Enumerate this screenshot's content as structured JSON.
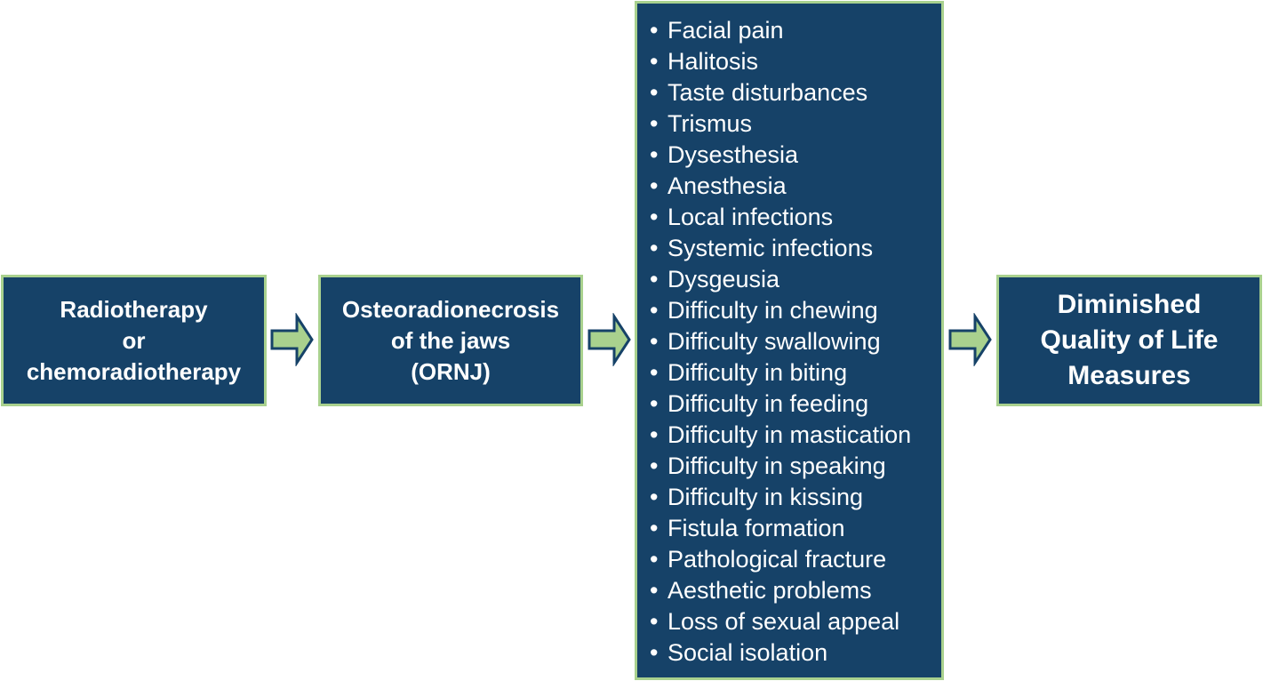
{
  "colors": {
    "box_fill": "#164268",
    "box_border": "#a9d18e",
    "arrow_fill": "#a9d18e",
    "arrow_stroke": "#164268",
    "text": "#ffffff"
  },
  "nodes": {
    "radiotherapy": {
      "lines": [
        "Radiotherapy",
        "or",
        "chemoradiotherapy"
      ]
    },
    "ornj": {
      "lines": [
        "Osteoradionecrosis",
        "of the jaws",
        "(ORNJ)"
      ]
    },
    "complications": {
      "bullet": "•",
      "items": [
        "Facial pain",
        "Halitosis",
        "Taste disturbances",
        "Trismus",
        "Dysesthesia",
        "Anesthesia",
        "Local infections",
        "Systemic infections",
        "Dysgeusia",
        "Difficulty in chewing",
        "Difficulty swallowing",
        "Difficulty in biting",
        "Difficulty in feeding",
        "Difficulty in mastication",
        "Difficulty in speaking",
        "Difficulty in kissing",
        "Fistula formation",
        "Pathological fracture",
        "Aesthetic problems",
        "Loss of sexual appeal",
        "Social isolation"
      ]
    },
    "qol": {
      "lines": [
        "Diminished",
        "Quality of Life",
        "Measures"
      ]
    }
  },
  "edges": [
    {
      "from": "radiotherapy",
      "to": "ornj"
    },
    {
      "from": "ornj",
      "to": "complications"
    },
    {
      "from": "complications",
      "to": "qol"
    }
  ]
}
